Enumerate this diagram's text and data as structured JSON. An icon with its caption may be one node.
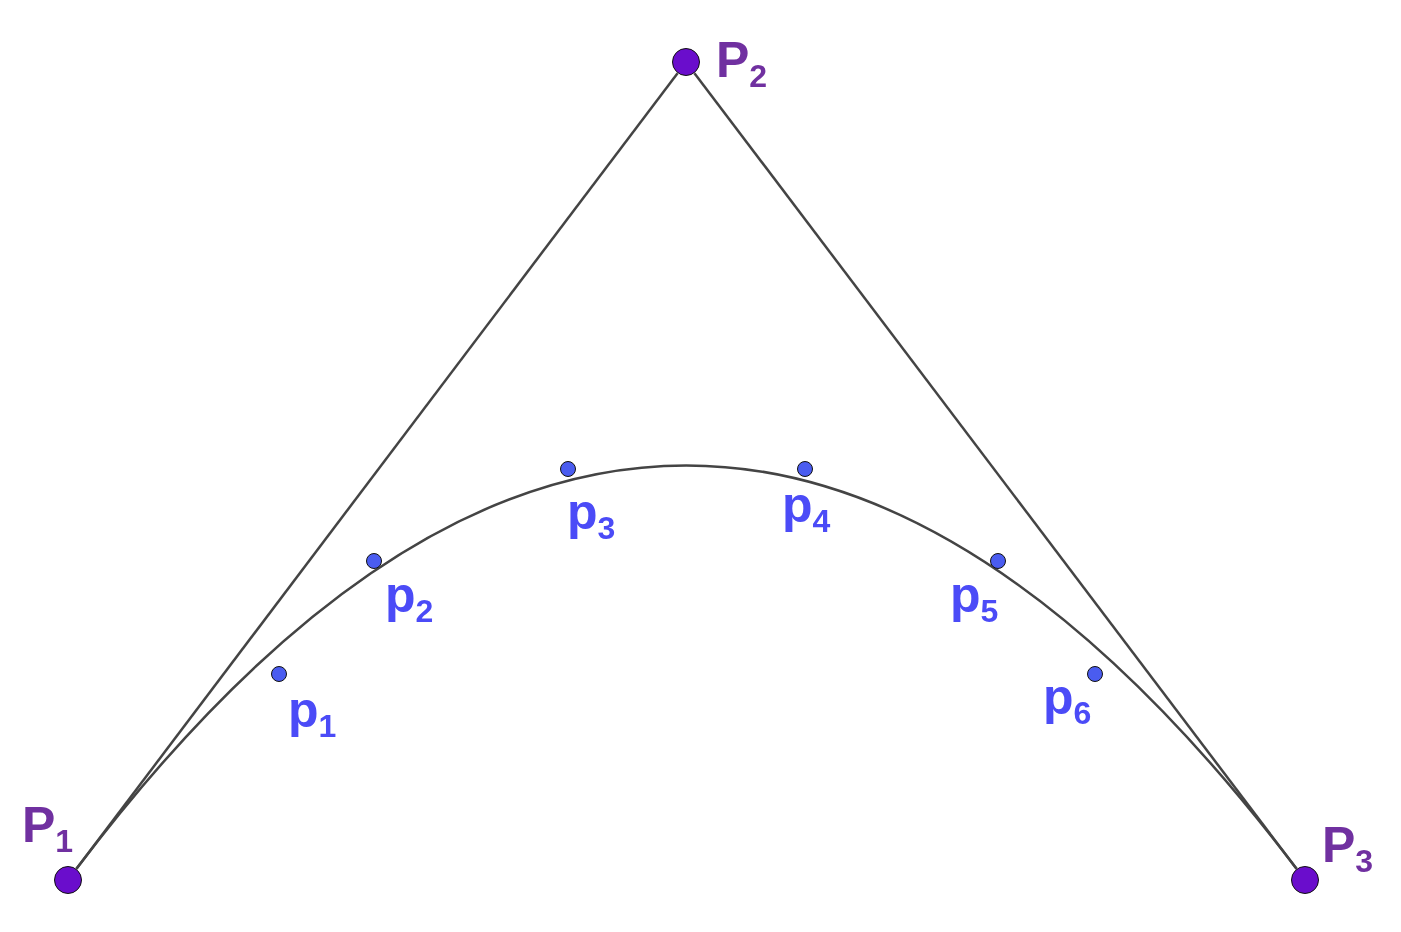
{
  "diagram": {
    "nodes": [
      {
        "text": [],
        "shape": "circle",
        "beside": [
          "P$_{1}$"
        ]
      },
      {
        "text": [],
        "shape": "circle",
        "beside": [
          "P$_{2}$"
        ]
      },
      {
        "text": [],
        "shape": "circle",
        "beside": [
          "P$_{3}$"
        ]
      },
      {
        "text": [],
        "shape": "circle",
        "beside": [
          "p$_{1}$"
        ]
      },
      {
        "text": [],
        "shape": "circle",
        "beside": [
          "p$_{2}$"
        ]
      },
      {
        "text": [],
        "shape": "circle",
        "beside": [
          "p$_{3}$"
        ]
      },
      {
        "text": [],
        "shape": "circle",
        "beside": [
          "p$_{4}$"
        ]
      },
      {
        "text": [],
        "shape": "circle",
        "beside": [
          "p$_{5}$"
        ]
      },
      {
        "text": [],
        "shape": "circle",
        "beside": [
          "p$_{6}$"
        ]
      }
    ],
    "edges": [
      {
        "from": 0,
        "to": 1,
        "arrow": "none"
      },
      {
        "from": 1,
        "to": 2,
        "arrow": "none"
      },
      {
        "from": 0,
        "to": 2,
        "arrow": "none"
      }
    ]
  }
}
